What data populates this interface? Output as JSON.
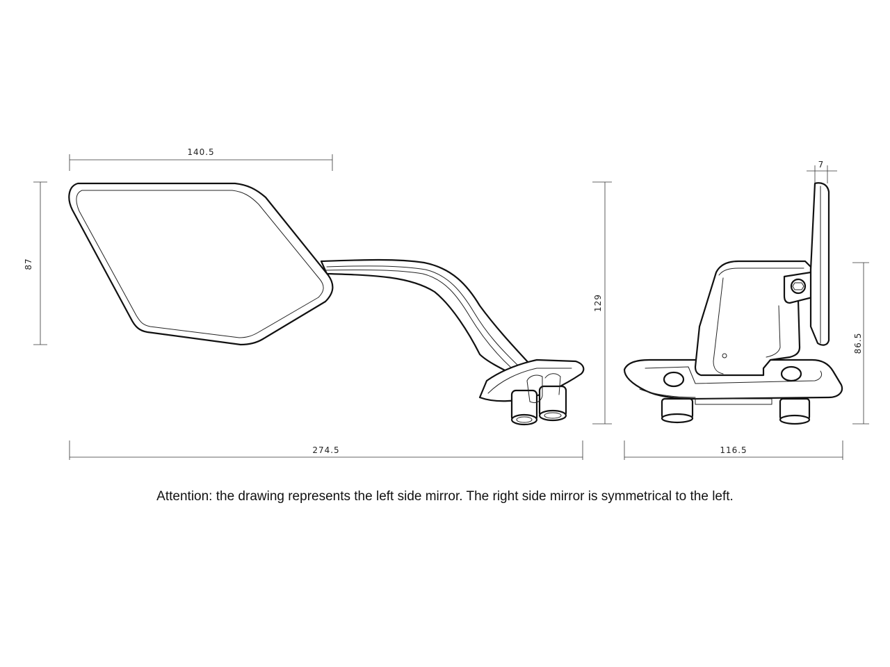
{
  "dimensions": {
    "mirror_width": "140.5",
    "mirror_height": "87",
    "total_height": "129",
    "total_width": "274.5",
    "glass_thickness": "7",
    "base_height": "86.5",
    "side_width": "116.5"
  },
  "note": "Attention: the drawing represents the left side mirror. The right side mirror is symmetrical to the left."
}
